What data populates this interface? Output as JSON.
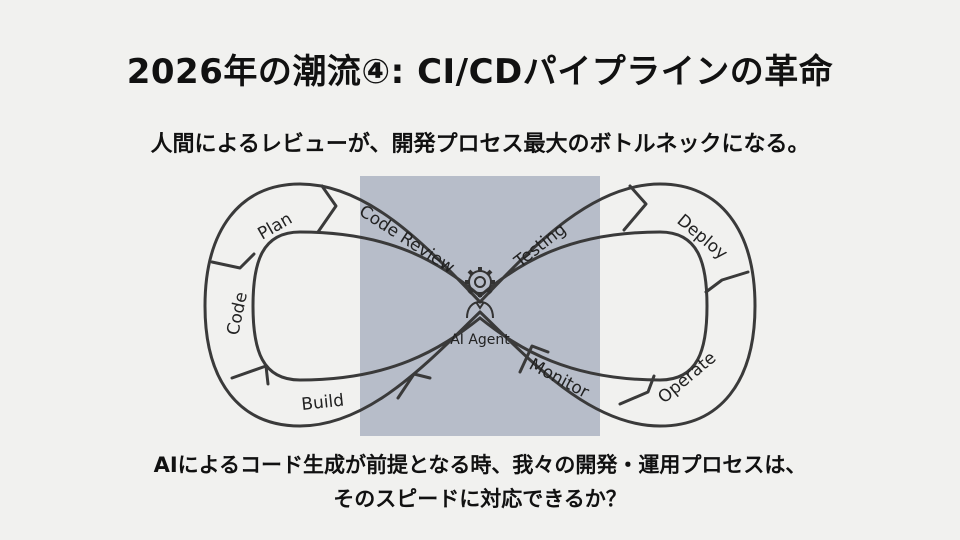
{
  "title": "2026年の潮流④: CI/CDパイプラインの革命",
  "subtitle": "人間によるレビューが、開発プロセス最大のボトルネックになる。",
  "diagram": {
    "stages": {
      "plan": "Plan",
      "code": "Code",
      "build": "Build",
      "code_review": "Code Review",
      "testing": "Testing",
      "deploy": "Deploy",
      "operate": "Operate",
      "monitor": "Monitor"
    },
    "center_label": "AI Agent",
    "highlight_color": "#b7bdc9",
    "loop_stroke_color": "#3a3a3a"
  },
  "footer": {
    "line1": "AIによるコード生成が前提となる時、我々の開発・運用プロセスは、",
    "line2": "そのスピードに対応できるか？"
  }
}
